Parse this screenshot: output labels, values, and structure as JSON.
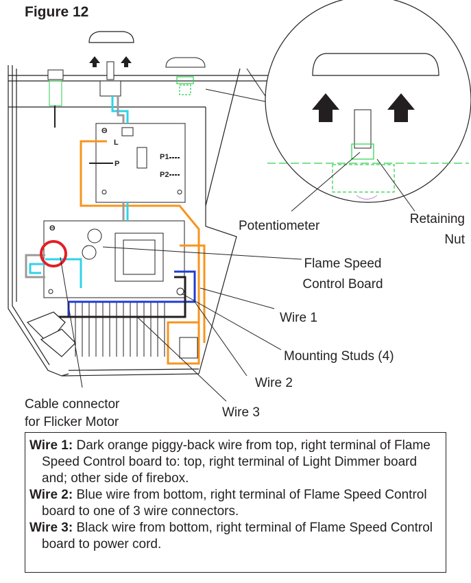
{
  "figure": {
    "title": "Figure 12"
  },
  "labels": {
    "potentiometer": "Potentiometer",
    "retaining_nut_line1": "Retaining",
    "retaining_nut_line2": "Nut",
    "flame_speed_line1": "Flame Speed",
    "flame_speed_line2": "Control Board",
    "wire1": "Wire 1",
    "mounting_studs": "Mounting Studs (4)",
    "wire2": "Wire 2",
    "wire3": "Wire 3",
    "cable_line1": "Cable connector",
    "cable_line2": "for Flicker Motor"
  },
  "board_markings": {
    "theta_top": "Θ",
    "theta_bottom": "Θ",
    "L": "L",
    "P": "P",
    "P1": "P1",
    "P2": "P2"
  },
  "legend": [
    {
      "key": "Wire 1:",
      "text": " Dark orange piggy-back wire from top, right terminal of Flame Speed Control board to: top, right terminal of Light Dimmer board and; other side of firebox."
    },
    {
      "key": "Wire 2:",
      "text": " Blue wire from bottom, right terminal of Flame Speed Control board to one of 3 wire connectors."
    },
    {
      "key": "Wire 3:",
      "text": " Black wire from bottom, right terminal of Flame Speed Control board to power cord."
    }
  ],
  "colors": {
    "orange": "#f7941d",
    "blue": "#1f3bd1",
    "cyan": "#2ed3e8",
    "green": "#29d14a",
    "gray": "#9a9a9a",
    "red": "#e31e24",
    "ink": "#231f20"
  }
}
